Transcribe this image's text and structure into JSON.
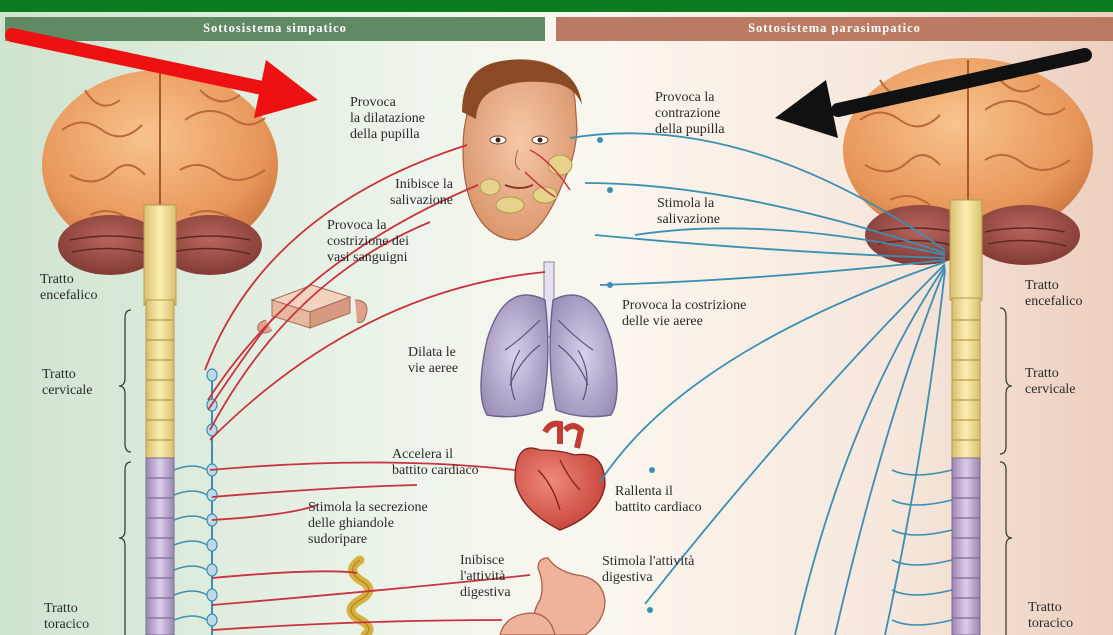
{
  "headers": {
    "sympathetic": "Sottosistema simpatico",
    "parasympathetic": "Sottosistema parasimpatico"
  },
  "colors": {
    "top_bar": "#0a7d1e",
    "sympathetic_header": "#5f8a63",
    "parasympathetic_header": "#bb7a62",
    "sympathetic_nerve": "#c9323f",
    "parasympathetic_nerve": "#3c8fb3",
    "arrow_left": "#ee1111",
    "arrow_right": "#111111"
  },
  "left_labels": {
    "encefalico": [
      "Tratto",
      "encefalico"
    ],
    "cervicale": [
      "Tratto",
      "cervicale"
    ],
    "toracico": [
      "Tratto",
      "toracico"
    ]
  },
  "right_labels": {
    "encefalico": [
      "Tratto",
      "encefalico"
    ],
    "cervicale": [
      "Tratto",
      "cervicale"
    ],
    "toracico": [
      "Tratto",
      "toracico"
    ]
  },
  "sympathetic_effects": {
    "pupil": [
      "Provoca",
      "la dilatazione",
      "della pupilla"
    ],
    "saliva": [
      "Inibisce la",
      "salivazione"
    ],
    "vessels": [
      "Provoca la",
      "costrizione dei",
      "vasi sanguigni"
    ],
    "airways": [
      "Dilata le",
      "vie aeree"
    ],
    "heart": [
      "Accelera il",
      "battito cardiaco"
    ],
    "sweat": [
      "Stimola la secrezione",
      "delle ghiandole",
      "sudoripare"
    ],
    "digestion": [
      "Inibisce",
      "l'attività",
      "digestiva"
    ]
  },
  "parasympathetic_effects": {
    "pupil": [
      "Provoca la",
      "contrazione",
      "della pupilla"
    ],
    "saliva": [
      "Stimola la",
      "salivazione"
    ],
    "airways": [
      "Provoca la costrizione",
      "delle vie aeree"
    ],
    "heart": [
      "Rallenta il",
      "battito cardiaco"
    ],
    "digestion": [
      "Stimola l'attività",
      "digestiva"
    ]
  },
  "icons": [
    "brain-left-icon",
    "brain-right-icon",
    "head-icon",
    "lungs-icon",
    "heart-icon",
    "stomach-icon",
    "sweat-gland-icon",
    "blood-vessel-icon",
    "red-arrow-icon",
    "black-arrow-icon"
  ]
}
